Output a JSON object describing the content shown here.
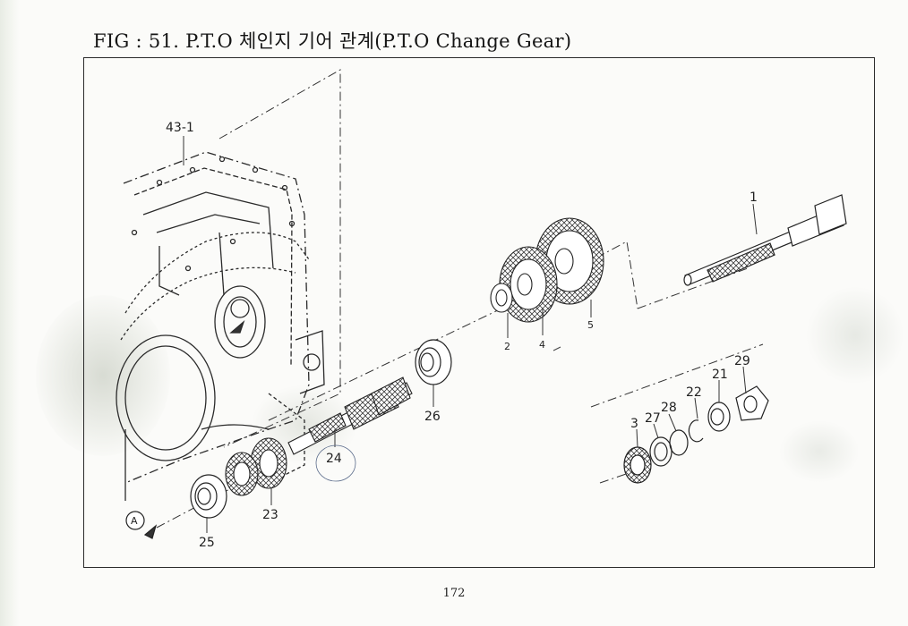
{
  "figure": {
    "title": "FIG : 51. P.T.O 체인지 기어 관계(P.T.O Change Gear)",
    "page_number": "172"
  },
  "callouts": {
    "housing": "43-1",
    "main_shaft": "1",
    "collar": "2",
    "gear_small": "4",
    "gear_large": "5",
    "bearing_mid": "26",
    "counter_shaft": "24",
    "double_gear": "23",
    "bearing_front": "25",
    "seal": "3",
    "ring_27": "27",
    "ring_28": "28",
    "snap_ring": "22",
    "bearing_rear": "21",
    "cover_plate": "29",
    "view_marker": "A"
  }
}
